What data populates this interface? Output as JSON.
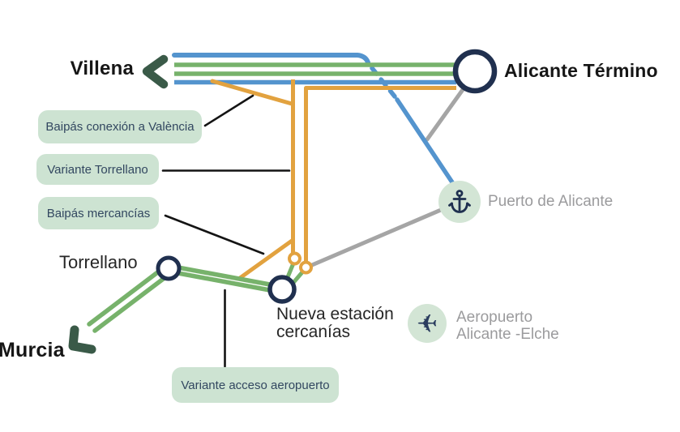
{
  "diagram": {
    "stations": {
      "villena": "Villena",
      "alicante_termino": "Alicante Término",
      "torrellano": "Torrellano",
      "murcia": "Murcia",
      "nueva_estacion_cercanias": "Nueva estación cercanías"
    },
    "pois": {
      "puerto": "Puerto de Alicante",
      "aeropuerto_line1": "Aeropuerto",
      "aeropuerto_line2": "Alicante -Elche"
    },
    "badges": {
      "baipas_valencia": "Baipás conexión a València",
      "variante_torrellano": "Variante Torrellano",
      "baipas_mercancias": "Baipás mercancías",
      "variante_aeropuerto": "Variante acceso aeropuerto"
    },
    "icons": {
      "villena_arrow": "chevron-left-icon",
      "murcia_arrow": "chevron-down-left-icon",
      "puerto_icon": "anchor-icon",
      "aeropuerto_icon": "plane-icon"
    },
    "colors": {
      "line_blue": "#5494CE",
      "line_green": "#77B26B",
      "line_orange": "#E2A23F",
      "line_gray": "#A5A5A5",
      "station_navy": "#20304F",
      "chevron_green": "#3A5A48",
      "badge_bg": "#CDE3D2",
      "badge_text": "#324760",
      "poi_text": "#9B9B9D",
      "poi_circle_bg": "#D3E5D5",
      "callout_black": "#141414"
    }
  }
}
